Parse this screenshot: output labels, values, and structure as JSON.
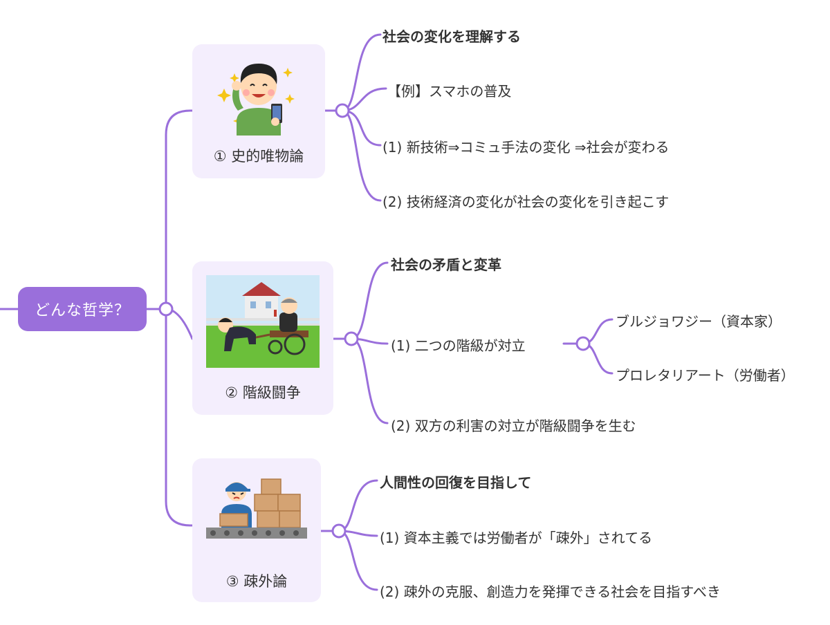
{
  "colors": {
    "accent": "#9a6fdb",
    "card_bg": "#f4eefd",
    "text": "#333333"
  },
  "root": {
    "label": "どんな哲学？"
  },
  "branches": [
    {
      "title": "① 史的唯物論",
      "icon": "smartphone-person-icon",
      "heading": "社会の変化を理解する",
      "items": [
        "【例】スマホの普及",
        "(1) 新技術⇒コミュ手法の変化 ⇒社会が変わる",
        "(2) 技術経済の変化が社会の変化を引き起こす"
      ]
    },
    {
      "title": "② 階級闘争",
      "icon": "class-struggle-icon",
      "heading": "社会の矛盾と変革",
      "items": [
        "(1) 二つの階級が対立",
        "(2) 双方の利害の対立が階級闘争を生む"
      ],
      "sub_items": [
        "ブルジョワジー（資本家）",
        "プロレタリアート（労働者）"
      ]
    },
    {
      "title": "③ 疎外論",
      "icon": "factory-worker-icon",
      "heading": "人間性の回復を目指して",
      "items": [
        "(1) 資本主義では労働者が「疎外」されてる",
        "(2) 疎外の克服、創造力を発揮できる社会を目指すべき"
      ]
    }
  ]
}
